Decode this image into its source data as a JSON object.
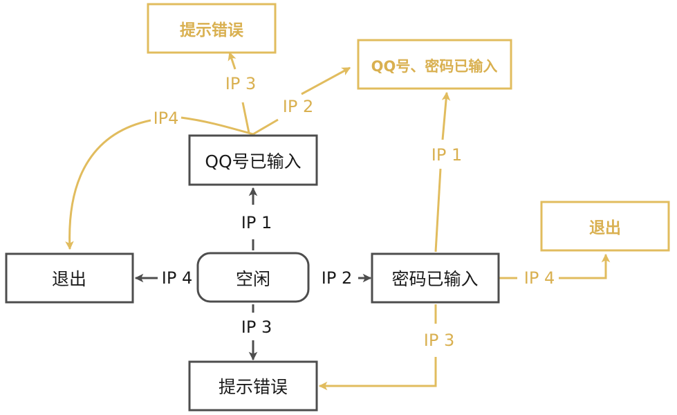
{
  "colors": {
    "dark": "#4d4d4d",
    "gold": "#e1bc5e",
    "gold_text": "#d9b050",
    "dark_text": "#1a1a1a"
  },
  "nodes": {
    "idle": "空闲",
    "qq_entered": "QQ号已输入",
    "password_entered": "密码已输入",
    "exit_left": "退出",
    "error_bottom": "提示错误",
    "error_top": "提示错误",
    "both_entered": "QQ号、密码已输入",
    "exit_right": "退出"
  },
  "edges": {
    "idle_to_qq": "IP 1",
    "idle_to_exit": "IP 4",
    "idle_to_password": "IP 2",
    "idle_to_error": "IP 3",
    "qq_to_error": "IP 3",
    "qq_to_both": "IP 2",
    "qq_to_exit": "IP4",
    "password_to_both": "IP 1",
    "password_to_exit": "IP 4",
    "password_to_error": "IP 3"
  }
}
